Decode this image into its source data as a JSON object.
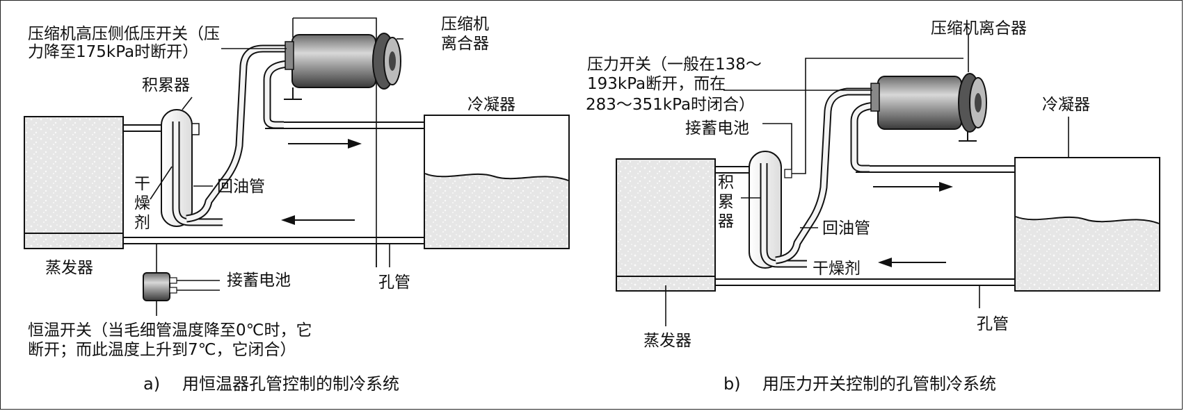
{
  "diagram_a": {
    "compressor_low_side_switch": [
      "压缩机高压侧低压开关（压",
      "力降至175kPa时断开）"
    ],
    "compressor_clutch": [
      "压缩机",
      "离合器"
    ],
    "accumulator": "积累器",
    "condenser": "冷凝器",
    "desiccant": [
      "干",
      "燥",
      "剂"
    ],
    "oil_return_pipe": "回油管",
    "evaporator": "蒸发器",
    "connect_battery": "接蓄电池",
    "orifice_tube": "孔管",
    "thermostat_switch": [
      "恒温开关（当毛细管温度降至0℃时，它",
      "断开；而此温度上升到7℃，它闭合）"
    ],
    "caption_letter": "a)",
    "caption": "用恒温器孔管控制的制冷系统"
  },
  "diagram_b": {
    "compressor_clutch": "压缩机离合器",
    "pressure_switch": [
      "压力开关（一般在138～",
      "193kPa断开，而在",
      "283～351kPa时闭合）"
    ],
    "connect_battery": "接蓄电池",
    "condenser": "冷凝器",
    "accumulator": [
      "积",
      "累",
      "器"
    ],
    "oil_return_pipe": "回油管",
    "desiccant": "干燥剂",
    "evaporator": "蒸发器",
    "orifice_tube": "孔管",
    "caption_letter": "b)",
    "caption": "用压力开关控制的孔管制冷系统"
  }
}
